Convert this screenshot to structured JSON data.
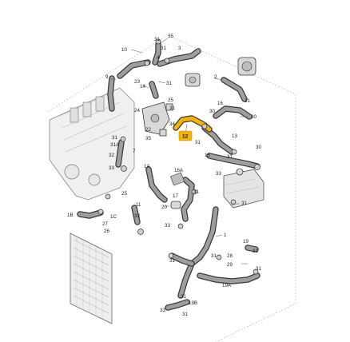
{
  "callouts": {
    "c35": "35",
    "c31_top": "31",
    "c10": "10",
    "c31_a": "31",
    "c3": "3",
    "c4": "4",
    "c9": "9",
    "c23": "23",
    "c14": "14",
    "c31_b": "31",
    "c25": "25",
    "c24": "24",
    "c31_c": "31",
    "c22": "22",
    "c35_b": "35",
    "c34": "34",
    "c31_d": "31",
    "c31a": "31A",
    "c7": "7",
    "c32": "32",
    "c33_a": "33",
    "c2": "2",
    "c31_e": "31",
    "c16": "16",
    "c30_a": "30",
    "c30_b": "30",
    "c31_f": "31",
    "c31_g": "31",
    "c15": "15",
    "c13": "13",
    "c30_c": "30",
    "c1a": "1A",
    "c16a": "16A",
    "c33_b": "33",
    "c25_b": "25",
    "c11": "11",
    "c1b": "1B",
    "c1c": "1C",
    "c27": "27",
    "c26": "26",
    "c33_c": "33",
    "c17": "17",
    "c20": "20",
    "c33_d": "33",
    "c31_h": "31",
    "c1": "1",
    "c19": "19",
    "c28": "28",
    "c29": "29",
    "c19a": "19A",
    "c19b": "19B",
    "c31_i": "31",
    "c31_j": "31",
    "c31_k": "31",
    "c31_l": "31",
    "c31_m": "31",
    "c31_n": "31",
    "c33_e": "33",
    "c31_o": "31"
  },
  "highlight": {
    "label": "12",
    "color": "#f6b400"
  },
  "colors": {
    "pipe": "#3a3a3a",
    "pipe_inner": "#9e9e9e",
    "highlight": "#f6b400"
  }
}
